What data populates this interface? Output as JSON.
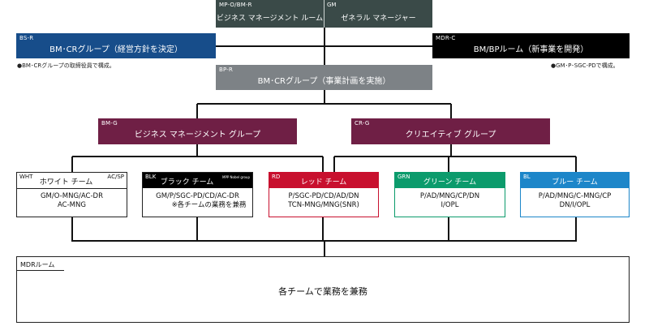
{
  "top": {
    "mp": {
      "code": "MP-O/BM-R",
      "title": "ビジネス マネージメント ルーム"
    },
    "gm": {
      "code": "GM",
      "title": "ゼネラル マネージャー"
    }
  },
  "bsr": {
    "code": "BS-R",
    "title": "BM･CRグループ（経営方針を決定）",
    "note": "●BM･CRグループの取締役員で構成。"
  },
  "mdrc": {
    "code": "MDR-C",
    "title": "BM/BPルーム（新事業を開発）",
    "note": "●GM･P･SGC-PDで構成。"
  },
  "bpr": {
    "code": "BP-R",
    "title": "BM･CRグループ（事業計画を実施）"
  },
  "bmg": {
    "code": "BM-G",
    "title": "ビジネス マネージメント グループ"
  },
  "crg": {
    "code": "CR-G",
    "title": "クリエイティブ グループ"
  },
  "teams": {
    "wht": {
      "code": "WHT",
      "title": "ホワイト チーム",
      "extra": "AC/SP",
      "lines": [
        "GM/O-MNG/AC-DR",
        "AC-MNG"
      ]
    },
    "blk": {
      "code": "BLK",
      "title": "ブラック チーム",
      "extra": "MPP Nobel group",
      "lines": [
        "GM/P/SGC-PD/CD/AC-DR",
        "※各チームの業務を兼務"
      ]
    },
    "rd": {
      "code": "RD",
      "title": "レッド チーム",
      "lines": [
        "P/SGC-PD/CD/AD/DN",
        "TCN-MNG/MNG(SNR)"
      ]
    },
    "grn": {
      "code": "GRN",
      "title": "グリーン チーム",
      "lines": [
        "P/AD/MNG/CP/DN",
        "I/OPL"
      ]
    },
    "bl": {
      "code": "BL",
      "title": "ブルー チーム",
      "lines": [
        "P/AD/MNG/C-MNG/CP",
        "DN/I/OPL"
      ]
    }
  },
  "mdr": {
    "title": "MDRルーム",
    "body": "各チームで業務を兼務"
  },
  "colors": {
    "dark_gray": "#3a4a48",
    "navy": "#174d8a",
    "black": "#000000",
    "gray": "#7d8286",
    "purple": "#6f1f45",
    "red": "#c8102e",
    "green": "#0c9b6c",
    "blue": "#1d86c9"
  }
}
